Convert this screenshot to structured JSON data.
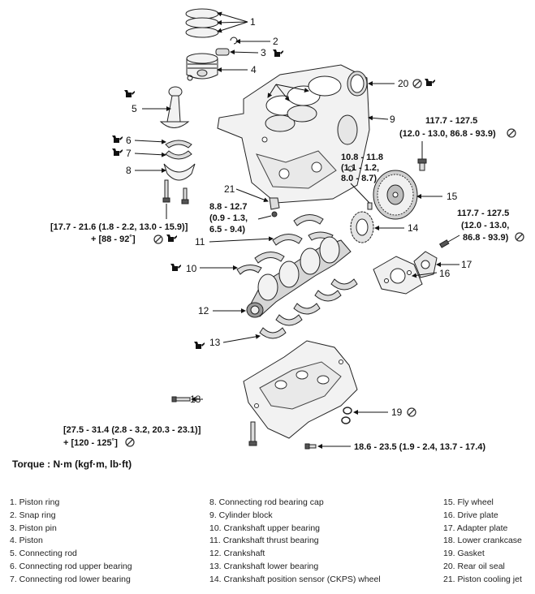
{
  "torque_unit": "Torque : N·m (kgf·m, lb·ft)",
  "callouts": {
    "c1": "1",
    "c2": "2",
    "c3": "3",
    "c4": "4",
    "c5": "5",
    "c6": "6",
    "c7": "7",
    "c8": "8",
    "c9": "9",
    "c10": "10",
    "c11": "11",
    "c12": "12",
    "c13": "13",
    "c14": "14",
    "c15": "15",
    "c16": "16",
    "c17": "17",
    "c18": "18",
    "c19": "19",
    "c20": "20",
    "c21": "21"
  },
  "torque_specs": {
    "flywheel_bolt": {
      "line1": "117.7 - 127.5",
      "line2": "(12.0 - 13.0, 86.8  - 93.9)"
    },
    "sensor_wheel_bolt": {
      "line1": "10.8 - 11.8",
      "line2": "(1.1 - 1.2,",
      "line3": "8.0 - 8.7)"
    },
    "drive_plate_bolt": {
      "line1": "117.7 - 127.5",
      "line2": "(12.0 - 13.0,",
      "line3": "86.8 - 93.9)"
    },
    "cooling_jet_bolt": {
      "line1": "8.8 - 12.7",
      "line2": "(0.9 - 1.3,",
      "line3": "6.5 - 9.4)"
    },
    "conrod_cap_bolt": {
      "line1": "[17.7 - 21.6 (1.8 - 2.2, 13.0 - 15.9)]",
      "line2": "+ [88 - 92˚]"
    },
    "main_bearing_bolt": {
      "line1": "[27.5 - 31.4 (2.8 - 3.2, 20.3 - 23.1)]",
      "line2": "+ [120 - 125˚]"
    },
    "crankcase_bolt": {
      "line1": "18.6 - 23.5 (1.9 - 2.4, 13.7 - 17.4)"
    }
  },
  "legend": {
    "col1": [
      "1.  Piston ring",
      "2.  Snap ring",
      "3.  Piston pin",
      "4.  Piston",
      "5.  Connecting rod",
      "6.  Connecting rod upper bearing",
      "7.  Connecting rod lower bearing"
    ],
    "col2": [
      "8.  Connecting rod bearing cap",
      "9. Cylinder block",
      "10. Crankshaft upper bearing",
      "11. Crankshaft thrust bearing",
      "12. Crankshaft",
      "13. Crankshaft lower bearing",
      "14. Crankshaft position sensor (CKPS) wheel"
    ],
    "col3": [
      "15. Fly wheel",
      "16. Drive plate",
      "17. Adapter plate",
      "18. Lower crankcase",
      "19. Gasket",
      "20. Rear oil seal",
      "21. Piston cooling jet"
    ]
  },
  "icons": [
    "oil-can-icon",
    "do-not-reuse-icon"
  ]
}
